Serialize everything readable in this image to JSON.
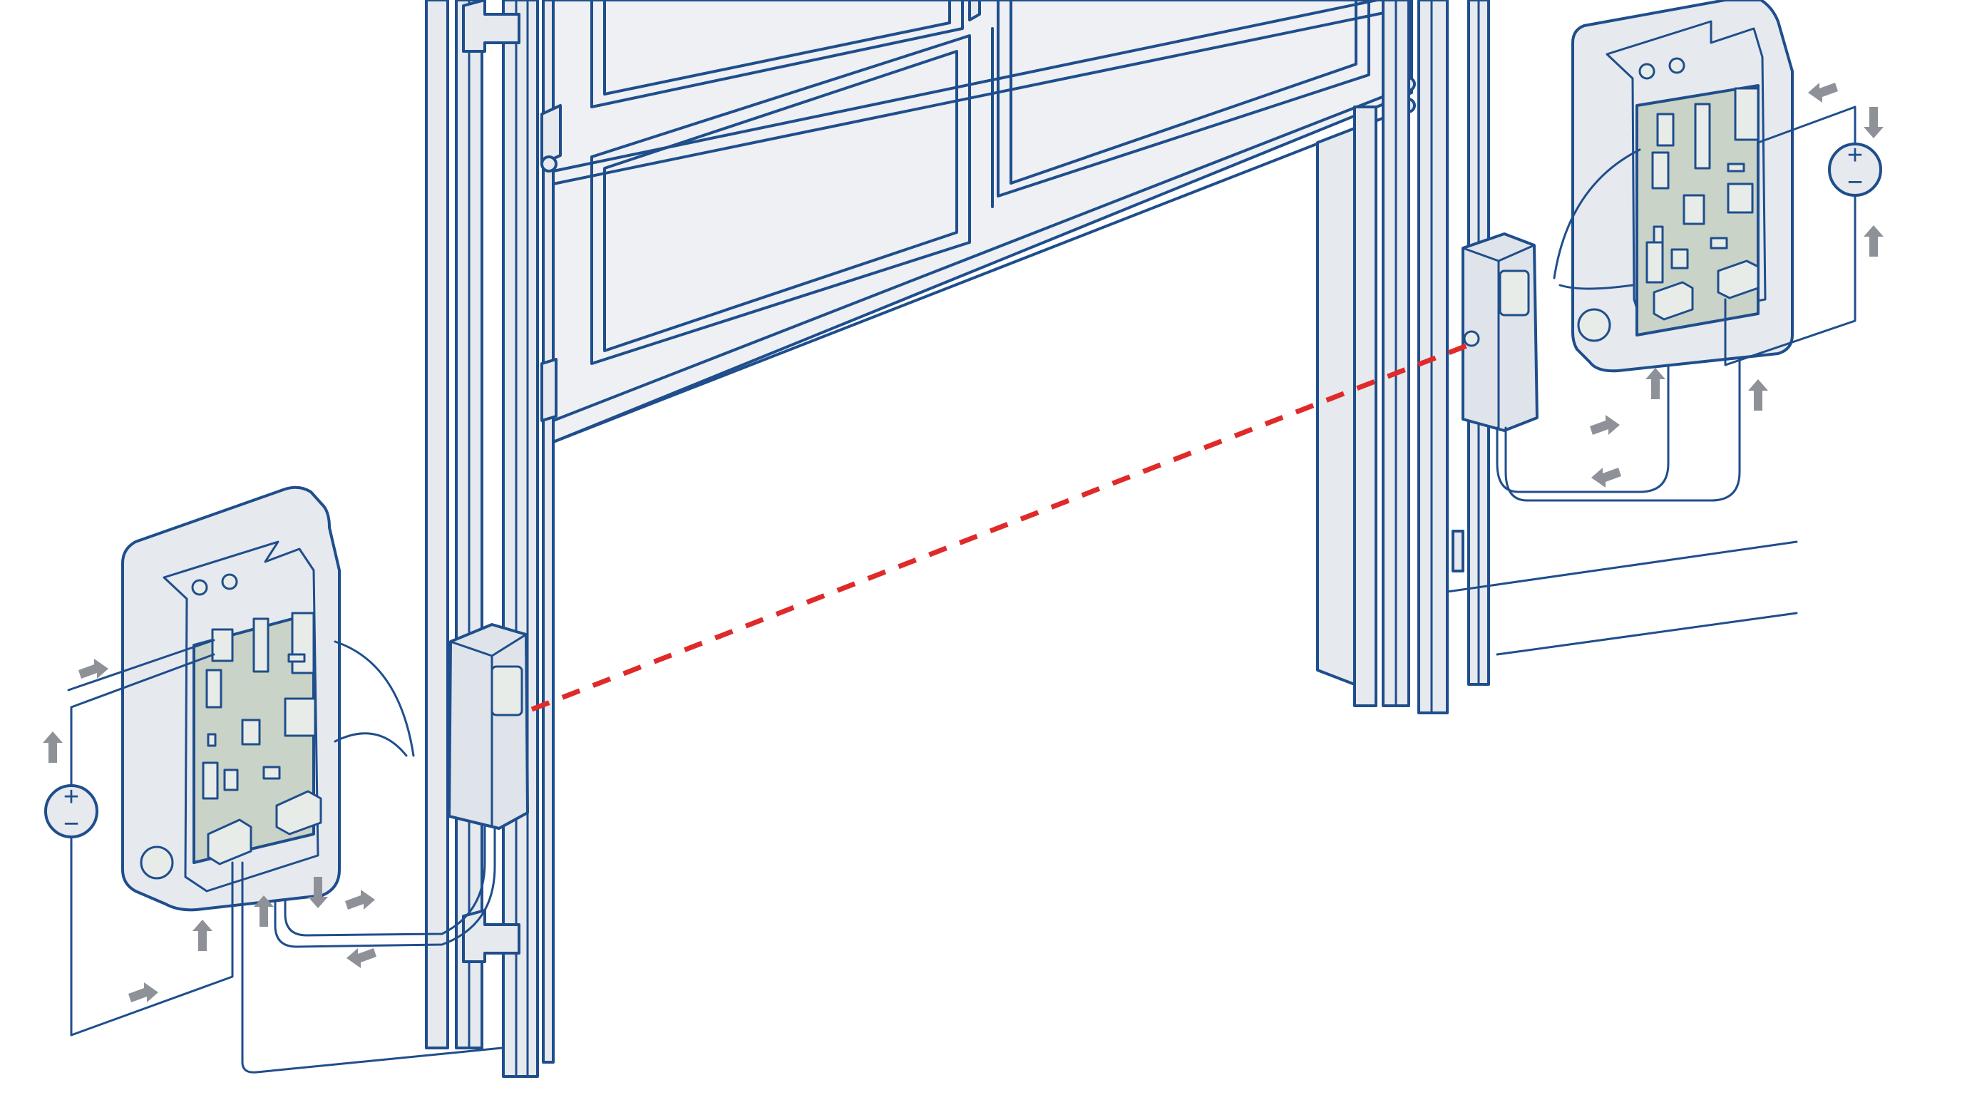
{
  "diagram": {
    "title": "",
    "description": "Isometric line drawing of a garage door safety photo-eye installation: two sensors on the door tracks with an infrared beam between them, each wired to a controller board with power supply symbols and current-flow arrows",
    "colors": {
      "line": "#1f4e8c",
      "fill": "#e6e9ee",
      "pcb": "#c9d3c7",
      "beam": "#e02a2a",
      "arrow": "#8e9298",
      "background": "#ffffff"
    },
    "components": {
      "left_sensor": {
        "label": "",
        "type": "photo-eye sensor (transmitter)"
      },
      "right_sensor": {
        "label": "",
        "type": "photo-eye sensor (receiver)"
      },
      "beam": {
        "label": "",
        "type": "infrared beam (dashed red line)"
      },
      "left_controller": {
        "label": "",
        "type": "control box with circuit board"
      },
      "right_controller": {
        "label": "",
        "type": "control box with circuit board"
      },
      "left_power": {
        "label": "±",
        "plus": "+",
        "minus": "−"
      },
      "right_power": {
        "label": "±",
        "plus": "+",
        "minus": "−"
      },
      "door": {
        "label": "",
        "type": "sectional garage door with raised panels"
      }
    }
  }
}
